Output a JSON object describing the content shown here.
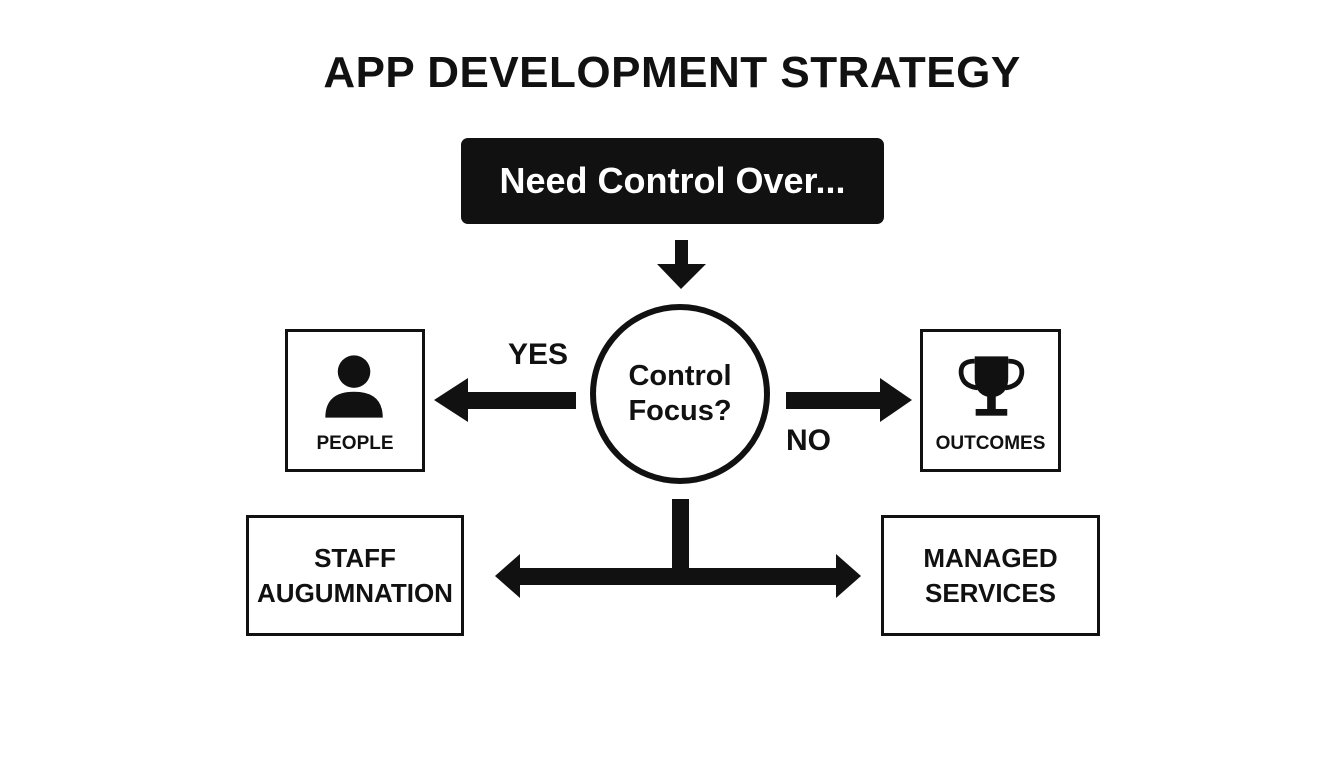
{
  "title": "APP DEVELOPMENT STRATEGY",
  "start": {
    "label": "Need Control Over..."
  },
  "decision": {
    "line1": "Control",
    "line2": "Focus?"
  },
  "branches": {
    "yes": "YES",
    "no": "NO"
  },
  "people": {
    "label": "PEOPLE",
    "icon": "person-icon"
  },
  "outcomes": {
    "label": "OUTCOMES",
    "icon": "trophy-icon"
  },
  "staff": {
    "line1": "STAFF",
    "line2": "AUGUMNATION"
  },
  "managed": {
    "line1": "MANAGED",
    "line2": "SERVICES"
  },
  "colors": {
    "ink": "#111111",
    "background": "#ffffff"
  }
}
